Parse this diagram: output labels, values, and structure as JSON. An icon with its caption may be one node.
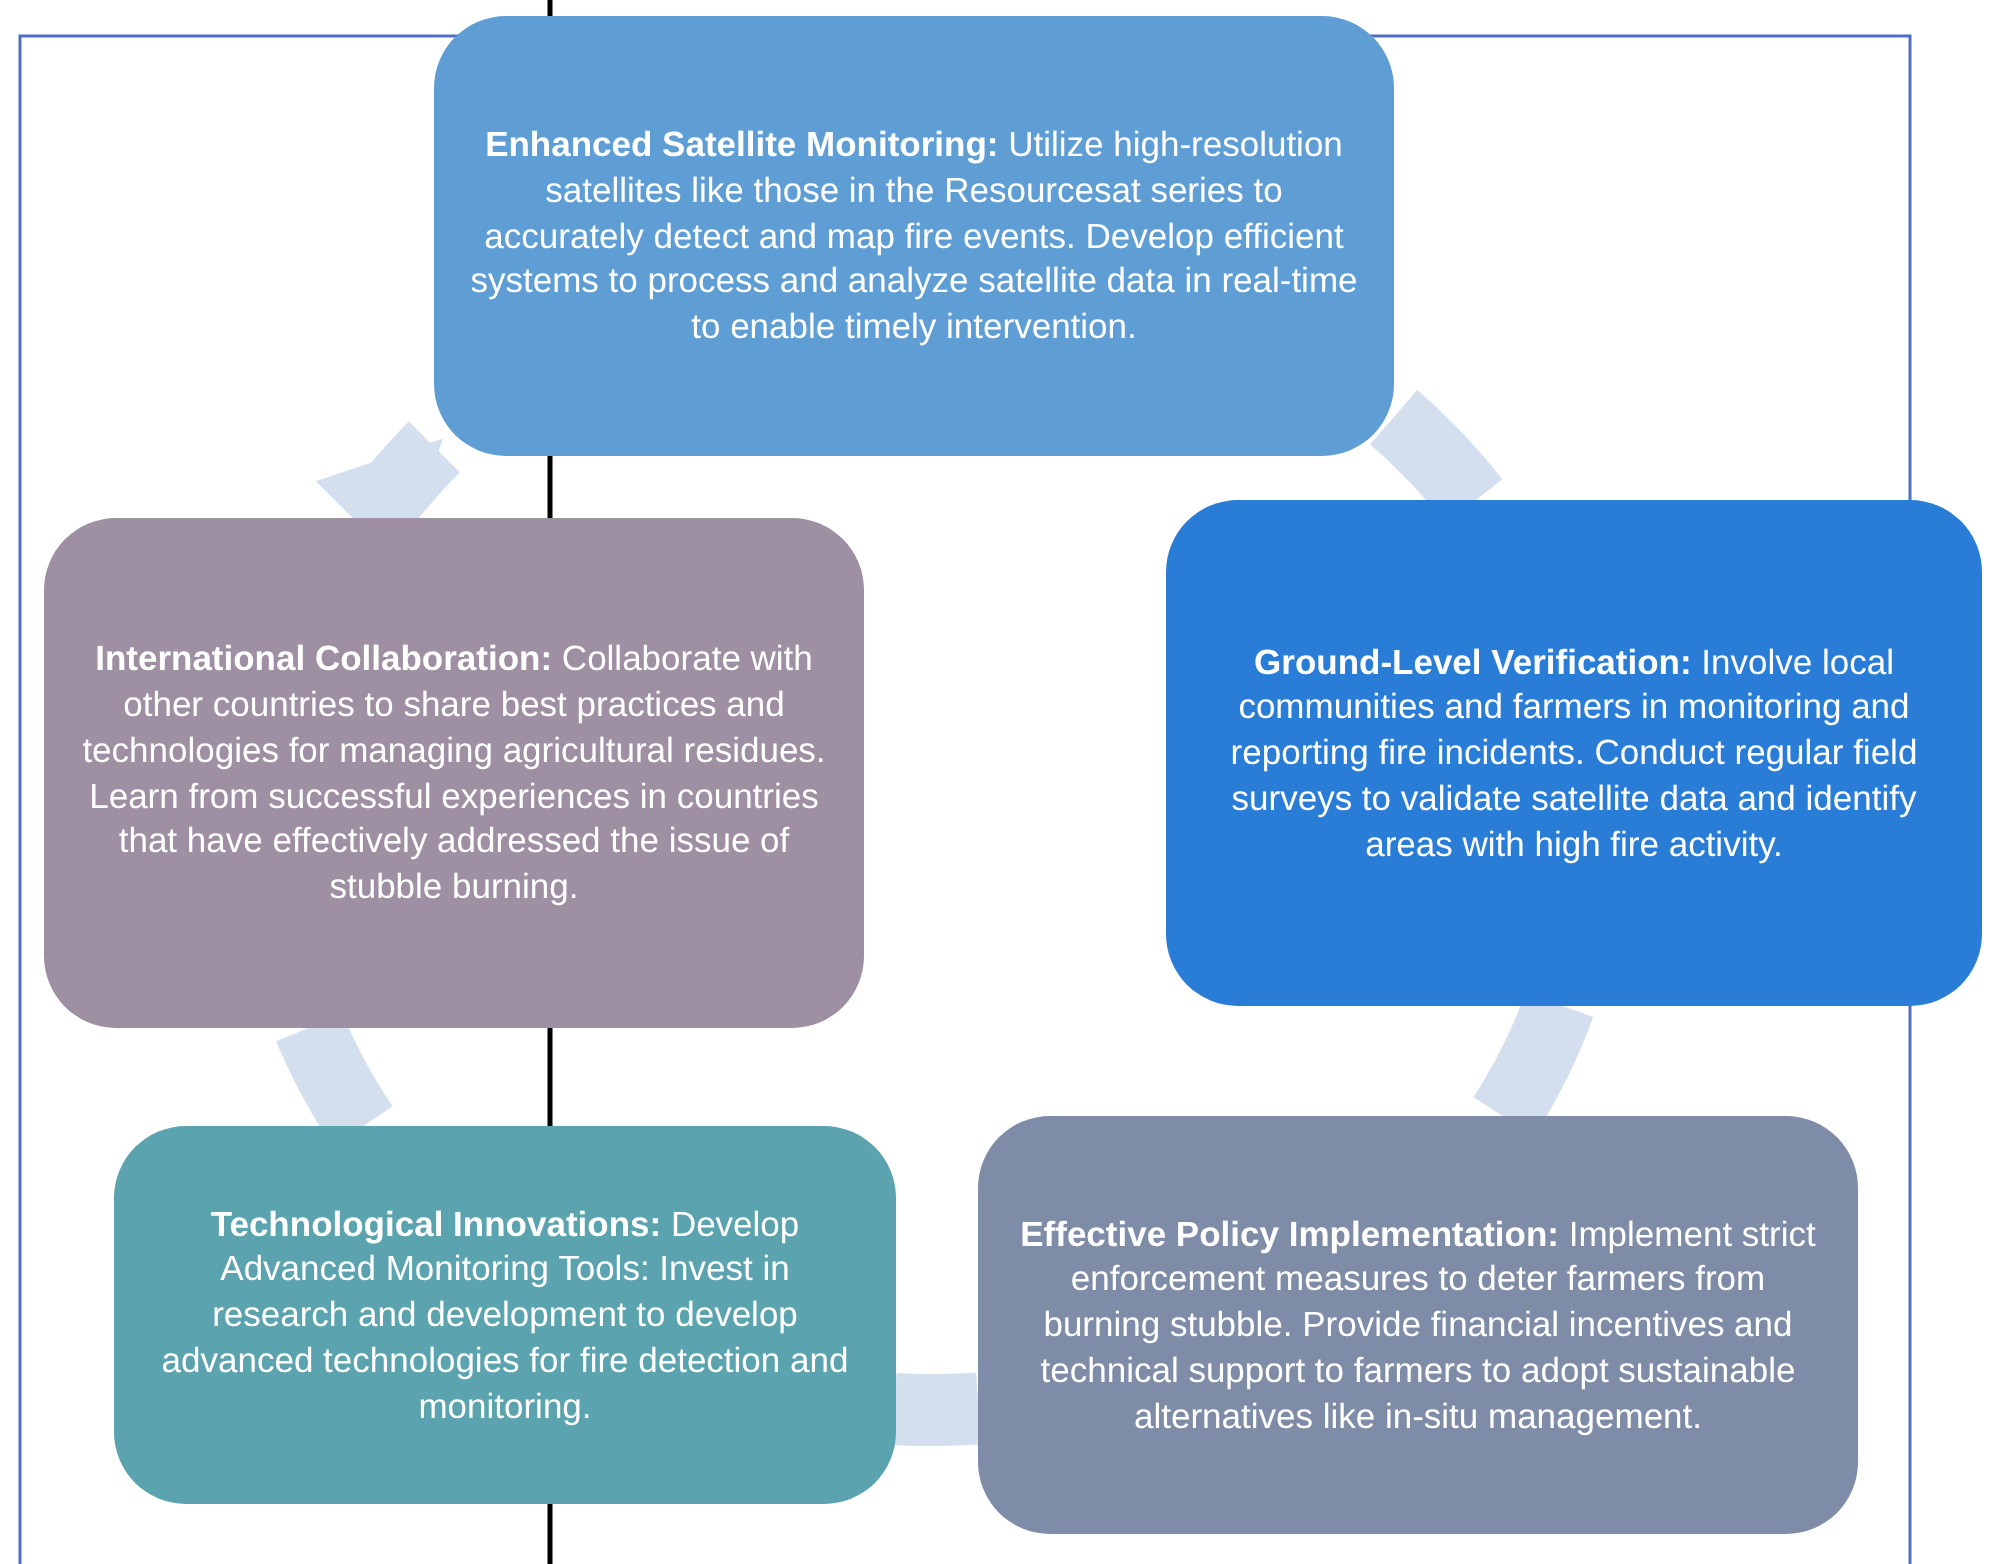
{
  "diagram": {
    "nodes": [
      {
        "text": [
          "**Enhanced Satellite Monitoring:** Utilize high-resolution satellites like those in the Resourcesat series to accurately detect and map fire events. Develop efficient systems to process and analyze satellite data in real-time to enable timely intervention."
        ]
      },
      {
        "text": [
          "**Ground-Level Verification:** Involve local communities and farmers in monitoring and reporting fire incidents. Conduct regular field surveys to validate satellite data and identify areas with high fire activity."
        ]
      },
      {
        "text": [
          "**Effective Policy Implementation:** Implement strict enforcement measures to deter farmers from burning stubble. Provide financial incentives and technical support to farmers to adopt sustainable alternatives like in-situ management."
        ]
      },
      {
        "text": [
          "**Technological Innovations:** Develop Advanced Monitoring Tools: Invest in research and development to develop advanced technologies for fire detection and monitoring."
        ]
      },
      {
        "text": [
          "**International Collaboration:** Collaborate with other countries to share best practices and technologies for managing agricultural residues. Learn from successful experiences in countries that have effectively addressed the issue of stubble burning."
        ]
      }
    ],
    "edges": [
      {
        "from": 0,
        "to": 1,
        "arrow": "none"
      },
      {
        "from": 1,
        "to": 2,
        "arrow": "none"
      },
      {
        "from": 2,
        "to": 3,
        "arrow": "none"
      },
      {
        "from": 3,
        "to": 4,
        "arrow": "none"
      },
      {
        "from": 4,
        "to": 0,
        "arrow": "to"
      }
    ]
  }
}
